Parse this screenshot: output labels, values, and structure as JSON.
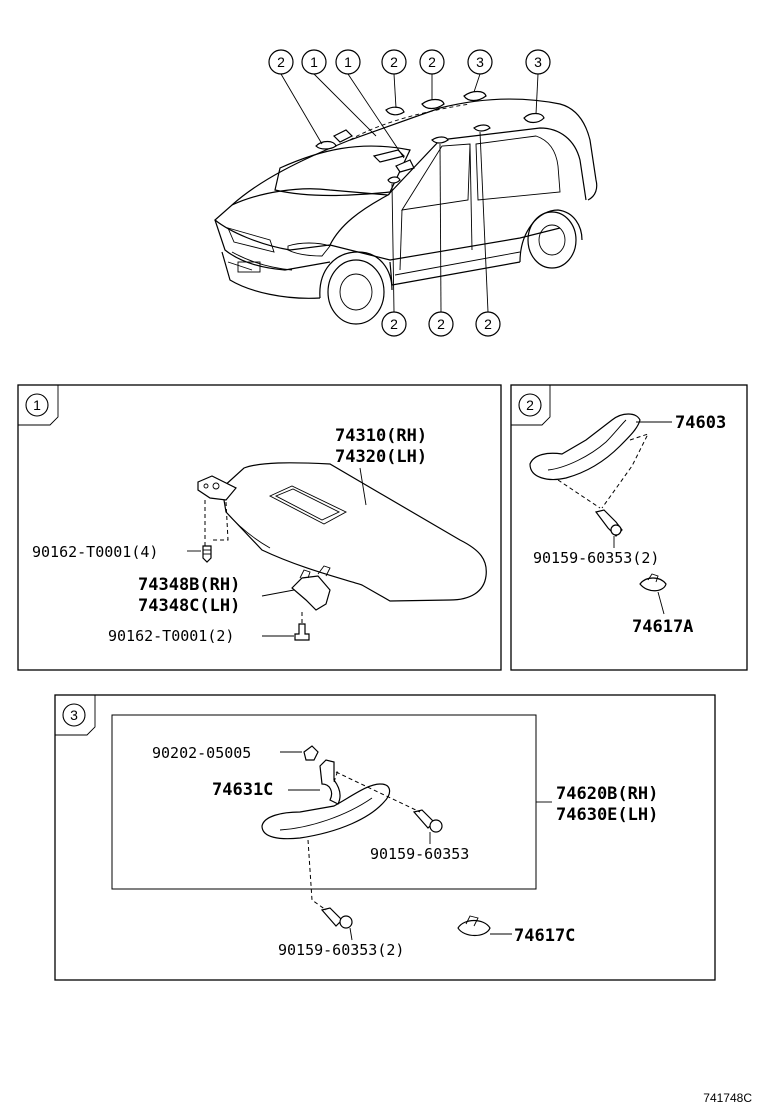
{
  "overview": {
    "callouts_top": [
      "2",
      "1",
      "1",
      "2",
      "2",
      "3",
      "3"
    ],
    "callouts_bottom": [
      "2",
      "2",
      "2"
    ]
  },
  "panel1": {
    "number": "1",
    "parts": {
      "visor_rh": "74310(RH)",
      "visor_lh": "74320(LH)",
      "screw_upper": "90162-T0001(4)",
      "holder_rh": "74348B(RH)",
      "holder_lh": "74348C(LH)",
      "screw_lower": "90162-T0001(2)"
    }
  },
  "panel2": {
    "number": "2",
    "parts": {
      "grip": "74603",
      "screw": "90159-60353(2)",
      "cover": "74617A"
    }
  },
  "panel3": {
    "number": "3",
    "parts": {
      "nut": "90202-05005",
      "hook": "74631C",
      "grip_rh": "74620B(RH)",
      "grip_lh": "74630E(LH)",
      "screw_inner": "90159-60353",
      "screw_outer": "90159-60353(2)",
      "cover": "74617C"
    }
  },
  "footer": {
    "code": "741748C"
  }
}
